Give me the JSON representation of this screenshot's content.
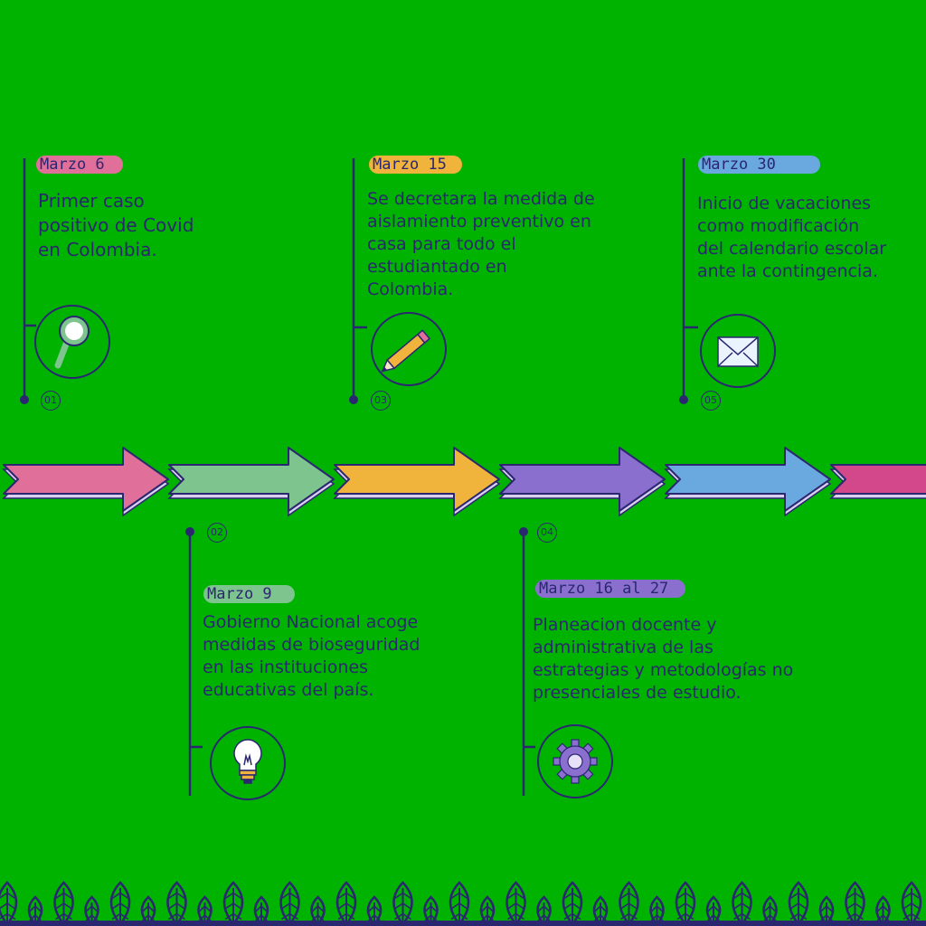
{
  "events": [
    {
      "num": "01",
      "date": "Marzo 6",
      "text": "Primer caso\npositivo de Covid\nen Colombia.",
      "pill_color": "#e0709a",
      "icon": "magnifier-icon"
    },
    {
      "num": "02",
      "date": "Marzo 9",
      "text": "Gobierno Nacional acoge\nmedidas de bioseguridad\nen las instituciones\neducativas del país.",
      "pill_color": "#7dc48e",
      "icon": "lightbulb-icon"
    },
    {
      "num": "03",
      "date": "Marzo 15",
      "text": "Se decretara la medida de\naislamiento preventivo en\ncasa para todo el\nestudiantado en\nColombia.",
      "pill_color": "#f0b43c",
      "icon": "pencil-icon"
    },
    {
      "num": "04",
      "date": "Marzo 16 al 27",
      "text": "Planeacion docente y\nadministrativa de las\nestrategias y metodologías no\npresenciales de estudio.",
      "pill_color": "#8b6fcf",
      "icon": "gear-icon"
    },
    {
      "num": "05",
      "date": "Marzo 30",
      "text": "Inicio de vacaciones\ncomo modificación\ndel calendario escolar\nante la contingencia.",
      "pill_color": "#6aa8e0",
      "icon": "envelope-icon"
    }
  ],
  "arrow_colors": [
    "#e0709a",
    "#7dc48e",
    "#f0b43c",
    "#8b6fcf",
    "#6aa8e0",
    "#d2488a"
  ],
  "colors": {
    "background": "#00b300",
    "ink": "#2b2670"
  }
}
